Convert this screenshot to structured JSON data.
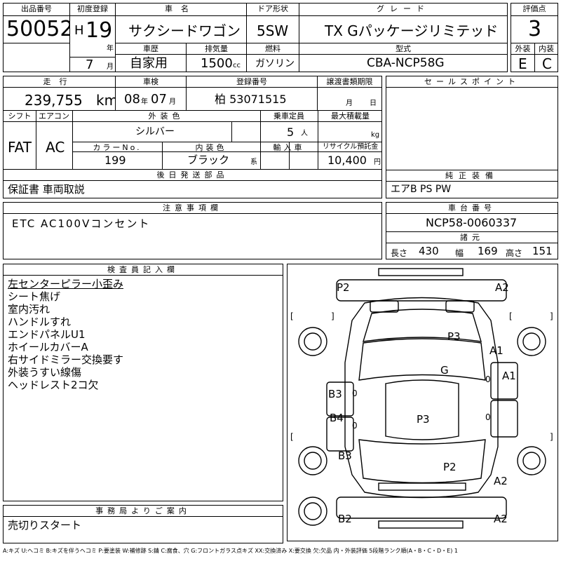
{
  "header": {
    "lot_label": "出品番号",
    "lot_number": "50052",
    "first_reg_label": "初度登録",
    "era": "H",
    "year": "19",
    "year_unit": "年",
    "month": "7",
    "month_unit": "月",
    "car_name_label": "車名",
    "car_name": "サクシードワゴン",
    "door_label": "ドア形状",
    "door": "5SW",
    "grade_label": "グレード",
    "grade": "TX Gパッケージリミテッド",
    "score_label": "評価点",
    "score": "3",
    "history_label": "車歴",
    "history": "自家用",
    "displacement_label": "排気量",
    "displacement": "1500",
    "displacement_unit": "cc",
    "fuel_label": "燃料",
    "fuel": "ガソリン",
    "model_code_label": "型式",
    "model_code": "CBA-NCP58G",
    "exterior_label": "外装",
    "exterior_grade": "E",
    "interior_label": "内装",
    "interior_grade": "C"
  },
  "details": {
    "mileage_label": "走行",
    "mileage": "239,755",
    "mileage_unit": "km",
    "inspection_label": "車検",
    "inspection_year": "08",
    "inspection_year_unit": "年",
    "inspection_month": "07",
    "inspection_month_unit": "月",
    "reg_no_label": "登録番号",
    "reg_no": "柏 53071515",
    "transfer_label": "譲渡書類期限",
    "transfer_month_unit": "月",
    "transfer_day_unit": "日",
    "sales_point_label": "セールスポイント",
    "shift_label": "シフト",
    "shift": "FAT",
    "ac_label": "エアコン",
    "ac": "AC",
    "ext_color_label": "外装色",
    "ext_color": "シルバー",
    "capacity_label": "乗車定員",
    "capacity": "5",
    "capacity_unit": "人",
    "max_load_label": "最大積載量",
    "max_load_unit": "kg",
    "color_no_label": "カラーNo.",
    "color_no": "199",
    "int_color_label": "内装色",
    "int_color": "ブラック",
    "int_color_unit": "系",
    "import_label": "輸入車",
    "recycle_label": "リサイクル預託金",
    "recycle": "10,400",
    "recycle_unit": "円",
    "later_docs_label": "後日発送部品",
    "later_docs": "保証書 車両取説",
    "equipment_label": "純正装備",
    "equipment": "エアB PS PW",
    "notes_label": "注意事項欄",
    "notes": "ETC AC100Vコンセント",
    "chassis_label": "車台番号",
    "chassis": "NCP58-0060337",
    "dims_label": "諸元",
    "length_label": "長さ",
    "length": "430",
    "width_label": "幅",
    "width": "169",
    "height_label": "高さ",
    "height": "151"
  },
  "inspector": {
    "label": "検査員記入欄",
    "lines": [
      "左センターピラー小歪み",
      "シート焦げ",
      "室内汚れ",
      "ハンドルすれ",
      "エンドパネルU1",
      "ホイールカバーA",
      "右サイドミラー交換要す",
      "外装うすい線傷",
      "ヘッドレスト2コ欠"
    ]
  },
  "diagram": {
    "marks": {
      "p2_top": "P2",
      "a2_top": "A2",
      "p3_hood": "P3",
      "a1_upper": "A1",
      "g_glass": "G",
      "a1_lower": "A1",
      "b3_upper": "B3",
      "b4": "B4",
      "p3_roof": "P3",
      "b3_lower": "B3",
      "p2_rear": "P2",
      "a2_rear": "A2",
      "b2_bottom": "B2",
      "a2_bottom": "A2"
    },
    "bracket_marks": [
      "[",
      "]",
      "[",
      "]",
      "[",
      "]"
    ],
    "zero_marks": [
      "0",
      "0",
      "0",
      "0"
    ]
  },
  "office": {
    "label": "事務局よりご案内",
    "text": "売切りスタート"
  },
  "footer": {
    "legend": "A:キズ U:ヘコミ B:キズを伴うヘコミ P:要塗装 W:補修跡 S:錆 C:腐食、穴 G:フロントガラス点キズ XX:交換済み X:要交換 欠:欠品 内・外装評価 5段階ランク順(A・B・C・D・E) 1"
  }
}
